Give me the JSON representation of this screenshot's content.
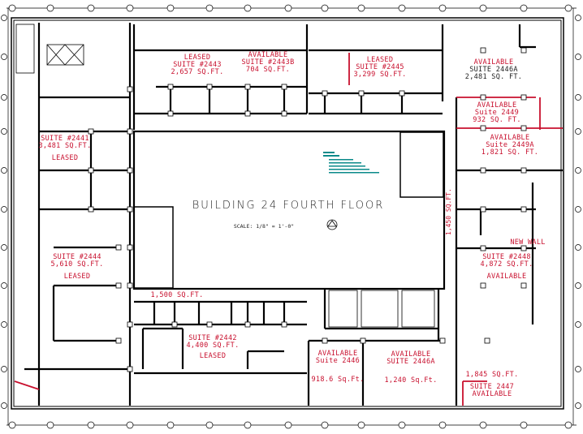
{
  "title": "BUILDING 24 FOURTH FLOOR",
  "scale": "SCALE: 1/8\" = 1'-0\"",
  "colors": {
    "wall": "#000000",
    "label": "#c8102e",
    "legend": "#0a8a8a",
    "accent_wall": "#c8102e"
  },
  "suites": {
    "s2443": {
      "status": "LEASED",
      "name": "SUITE #2443",
      "area": "2,657 SQ.FT."
    },
    "s2443b": {
      "status": "AVAILABLE",
      "name": "SUITE #2443B",
      "area": "704 SQ.FT."
    },
    "s2445": {
      "status": "LEASED",
      "name": "SUITE #2445",
      "area": "3,299 SQ.FT."
    },
    "s2446a_top": {
      "status": "AVAILABLE",
      "name": "SUITE 2446A",
      "area": "2,481 SQ. FT."
    },
    "s2449": {
      "status": "AVAILABLE",
      "name": "Suite 2449",
      "area": "932 SQ. FT."
    },
    "s2449a": {
      "status": "AVAILABLE",
      "name": "Suite 2449A",
      "area": "1,821 SQ. FT."
    },
    "s2441": {
      "name": "SUITE #2441",
      "area": "3,481 SQ.FT.",
      "status": "LEASED"
    },
    "s2444": {
      "name": "SUITE #2444",
      "area": "5,610 SQ.FT.",
      "status": "LEASED"
    },
    "s2448": {
      "name": "SUITE #2448",
      "area": "4,872 SQ.FT.",
      "status": "AVAILABLE"
    },
    "s2442": {
      "name": "SUITE #2442",
      "area": "4,400 SQ.FT.",
      "status": "LEASED"
    },
    "s2446": {
      "status": "AVAILABLE",
      "name": "Suite 2446",
      "area": "918.6 Sq.Ft."
    },
    "s2446a_bot": {
      "status": "AVAILABLE",
      "name": "SUITE 2446A",
      "area": "1,240 Sq.Ft."
    },
    "s2447": {
      "area": "1,845 SQ.FT.",
      "name": "SUITE 2447",
      "status": "AVAILABLE"
    }
  },
  "notes": {
    "area_1500": "1,500 SQ.FT.",
    "area_1450": "1,450 SQ.FT.",
    "new_wall": "NEW WALL"
  }
}
